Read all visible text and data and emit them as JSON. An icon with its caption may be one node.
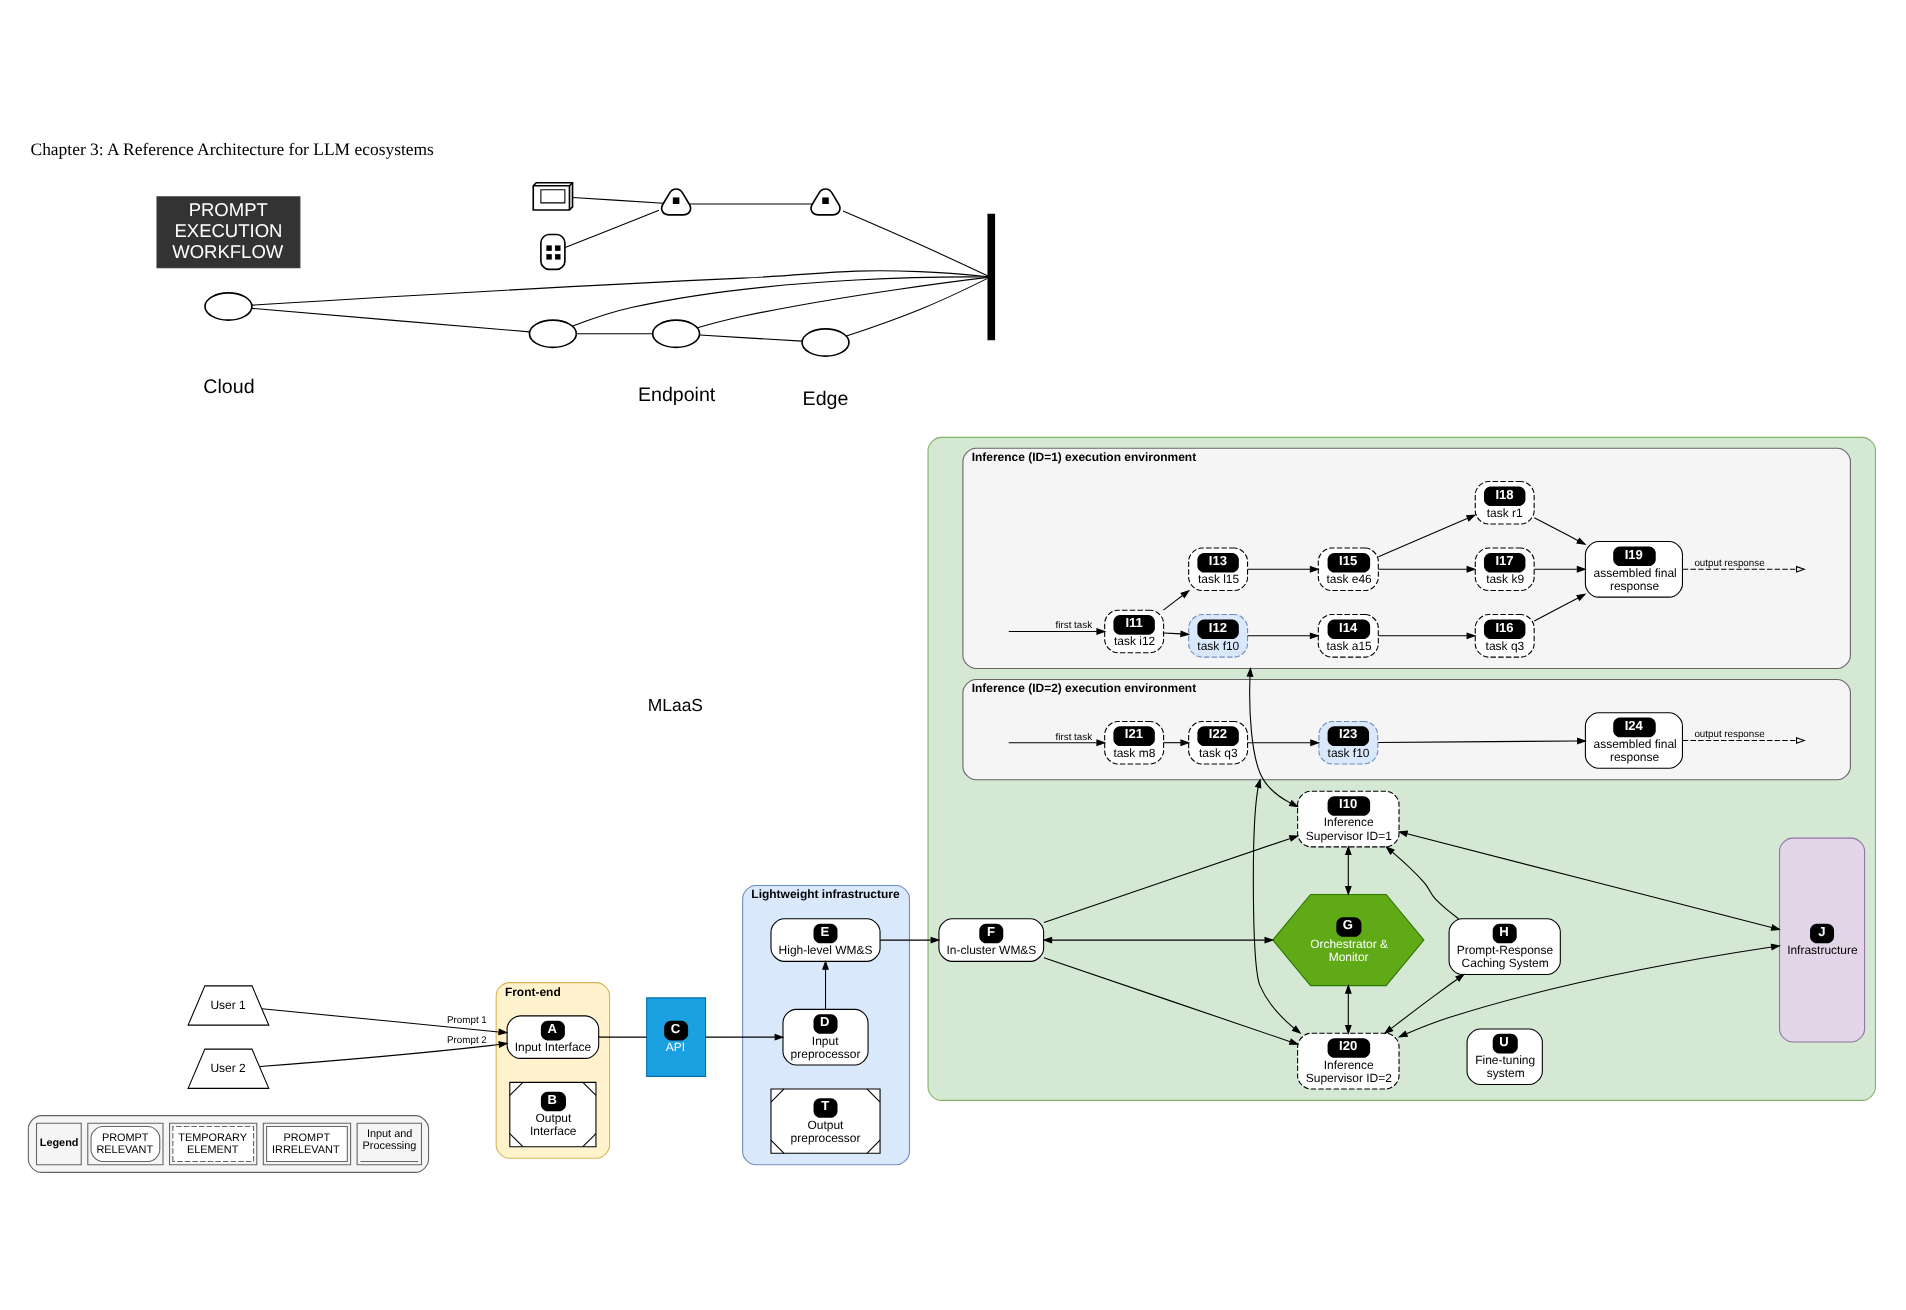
{
  "diagram": {
    "title": "Chapter 3: A Reference Architecture for LLM ecosystems",
    "nodes": [
      {
        "text": [],
        "shape": "picture"
      },
      {
        "text": [],
        "shape": "picture"
      },
      {
        "text": [],
        "shape": "picture"
      },
      {
        "text": [],
        "shape": "picture"
      },
      {
        "text": [
          "PROMPT EXECUTION WORKFLOW"
        ]
      },
      {
        "text": [],
        "shape": "cloud"
      },
      {
        "text": [],
        "shape": "cloud"
      },
      {
        "text": [],
        "shape": "cloud"
      },
      {
        "text": [],
        "shape": "cloud"
      },
      {
        "text": [],
        "shape": "bar"
      },
      {
        "text": [],
        "shape": "box"
      },
      {
        "text": [
          "Inference (ID=1) execution environment"
        ],
        "in": 10
      },
      {
        "text": [
          "I11",
          "task i12"
        ],
        "in": 11
      },
      {
        "text": [
          "I12",
          "task f10"
        ],
        "in": 11
      },
      {
        "text": [
          "I13",
          "task l15"
        ],
        "in": 11
      },
      {
        "text": [
          "I14",
          "task a15"
        ],
        "in": 11
      },
      {
        "text": [
          "I15",
          "task e46"
        ],
        "in": 11
      },
      {
        "text": [
          "I16",
          "task q3"
        ],
        "in": 11
      },
      {
        "text": [
          "I17",
          "task k9"
        ],
        "in": 11
      },
      {
        "text": [
          "I18",
          "task r1"
        ],
        "in": 11
      },
      {
        "text": [
          "I19",
          "assembled final response"
        ],
        "in": 11
      },
      {
        "text": [
          "J",
          "Infrastructure"
        ],
        "in": 10
      },
      {
        "text": [
          "User 1"
        ]
      },
      {
        "text": [
          "User 2"
        ]
      },
      {
        "text": [
          "Front-end"
        ]
      },
      {
        "text": [
          "A",
          "Input Interface"
        ],
        "in": 24
      },
      {
        "text": [
          "B",
          "Output Interface"
        ],
        "in": 24
      },
      {
        "text": [
          "C",
          "API"
        ]
      },
      {
        "text": [
          "Lightweight infrastructure"
        ]
      },
      {
        "text": [
          "D",
          "Input preprocessor"
        ],
        "in": 28
      },
      {
        "text": [
          "E",
          "High-level WM&S"
        ],
        "in": 28
      },
      {
        "text": [
          "T",
          "Output preprocessor"
        ],
        "in": 28
      },
      {
        "text": [
          "I10",
          "Inference Supervisor ID=1"
        ],
        "in": 10
      },
      {
        "text": [
          "F",
          "In-cluster WM&S"
        ],
        "in": 10
      },
      {
        "text": [
          "G",
          "Orchestrator & Monitor"
        ],
        "in": 10
      },
      {
        "text": [
          "H",
          "Prompt-Response Caching System"
        ],
        "in": 10
      },
      {
        "text": [
          "U",
          "Fine-tuning system"
        ],
        "in": 10
      },
      {
        "text": [
          "I20",
          "Inference Supervisor ID=2"
        ],
        "in": 10
      },
      {
        "text": [
          "Inference (ID=2) execution environment"
        ],
        "in": 10
      },
      {
        "text": [
          "I21",
          "task m8"
        ],
        "in": 38
      },
      {
        "text": [
          "I22",
          "task q3"
        ],
        "in": 38
      },
      {
        "text": [
          "I23",
          "task f10"
        ],
        "in": 38
      },
      {
        "text": [
          "I24",
          "assembled final response"
        ],
        "in": 38
      }
    ],
    "edges": [
      {
        "from": 0,
        "to": 2,
        "arrow": "none"
      },
      {
        "from": 1,
        "to": 2,
        "arrow": "none"
      },
      {
        "from": 2,
        "to": 3,
        "arrow": "none"
      },
      {
        "from": 3,
        "to": 9,
        "arrow": "none"
      },
      {
        "from": 5,
        "to": 6,
        "arrow": "none"
      },
      {
        "from": 6,
        "to": 7,
        "arrow": "none"
      },
      {
        "from": 7,
        "to": 8,
        "arrow": "none"
      },
      {
        "from": 5,
        "to": 9,
        "arrow": "none"
      },
      {
        "from": 6,
        "to": 9,
        "arrow": "none"
      },
      {
        "from": 7,
        "to": 9,
        "arrow": "none"
      },
      {
        "from": 8,
        "to": 9,
        "arrow": "none"
      },
      {
        "from": 22,
        "to": 25,
        "arrow": "to",
        "label": "Prompt 1"
      },
      {
        "from": 23,
        "to": 25,
        "arrow": "to",
        "label": "Prompt 2"
      },
      {
        "from": 25,
        "to": 27,
        "arrow": "none"
      },
      {
        "from": 27,
        "to": 29,
        "arrow": "to"
      },
      {
        "from": 29,
        "to": 30,
        "arrow": "to"
      },
      {
        "from": 30,
        "to": 33,
        "arrow": "to"
      },
      {
        "from": null,
        "to": 12,
        "arrow": "to",
        "label": "first task"
      },
      {
        "from": 12,
        "to": 13,
        "arrow": "to"
      },
      {
        "from": 12,
        "to": 14,
        "arrow": "to"
      },
      {
        "from": 13,
        "to": 15,
        "arrow": "to"
      },
      {
        "from": 14,
        "to": 16,
        "arrow": "to"
      },
      {
        "from": 15,
        "to": 17,
        "arrow": "to"
      },
      {
        "from": 16,
        "to": 18,
        "arrow": "to"
      },
      {
        "from": 16,
        "to": 19,
        "arrow": "to"
      },
      {
        "from": 17,
        "to": 20,
        "arrow": "to"
      },
      {
        "from": 18,
        "to": 20,
        "arrow": "to"
      },
      {
        "from": 19,
        "to": 20,
        "arrow": "to"
      },
      {
        "from": 20,
        "to": null,
        "arrow": "to",
        "label": "output response",
        "style": "dashed"
      },
      {
        "from": 32,
        "to": 11,
        "arrow": "both"
      },
      {
        "from": 33,
        "to": 32,
        "arrow": "to"
      },
      {
        "from": 33,
        "to": 34,
        "arrow": "both"
      },
      {
        "from": 33,
        "to": 37,
        "arrow": "to"
      },
      {
        "from": 32,
        "to": 34,
        "arrow": "both"
      },
      {
        "from": 34,
        "to": 37,
        "arrow": "both"
      },
      {
        "from": 35,
        "to": 32,
        "arrow": "to"
      },
      {
        "from": 35,
        "to": 37,
        "arrow": "both"
      },
      {
        "from": 32,
        "to": 21,
        "arrow": "both"
      },
      {
        "from": 37,
        "to": 21,
        "arrow": "both"
      },
      {
        "from": 37,
        "to": 38,
        "arrow": "both"
      },
      {
        "from": null,
        "to": 39,
        "arrow": "to",
        "label": "first task"
      },
      {
        "from": 39,
        "to": 40,
        "arrow": "to"
      },
      {
        "from": 40,
        "to": 41,
        "arrow": "to"
      },
      {
        "from": 41,
        "to": 42,
        "arrow": "to"
      },
      {
        "from": 42,
        "to": null,
        "arrow": "to",
        "label": "output response",
        "style": "dashed"
      }
    ],
    "labels": [
      "Endpoint",
      "Edge",
      "Cloud",
      "MLaaS",
      "Legend"
    ],
    "legend": [
      {
        "text": "PROMPT RELEVANT"
      },
      {
        "text": "TEMPORARY ELEMENT"
      },
      {
        "text": "PROMPT IRRELEVANT"
      },
      {
        "text": "Input and Processing"
      }
    ]
  }
}
